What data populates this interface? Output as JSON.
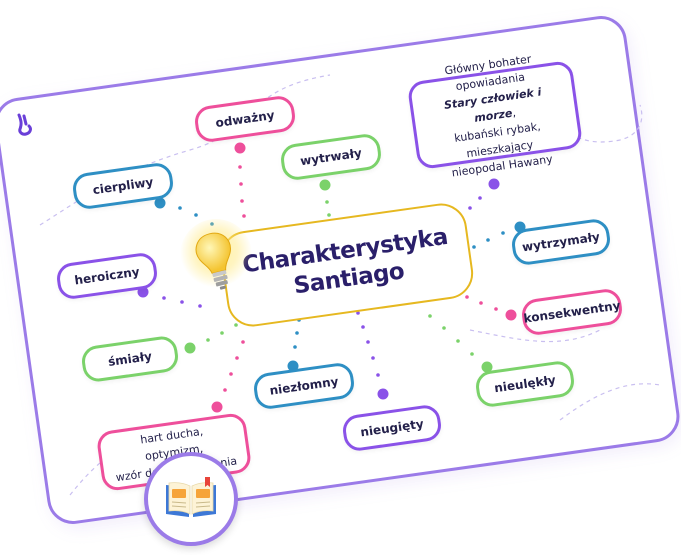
{
  "diagram": {
    "center": {
      "line1": "Charakterystyka",
      "line2": "Santiago"
    },
    "description": {
      "line1": "Główny bohater opowiadania",
      "line2": "Stary człowiek i morze",
      "line2_suffix": ",",
      "line3": "kubański rybak, mieszkający",
      "line4": "nieopodal Hawany"
    },
    "traits": {
      "odwazny": "odważny",
      "wytrwaly": "wytrwały",
      "cierpliwy": "cierpliwy",
      "heroiczny": "heroiczny",
      "smialy": "śmiały",
      "niezlomny": "niezłomny",
      "nieugiety": "nieugięty",
      "nielekty": "nieulękły",
      "konsekwentny": "konsekwentny",
      "wytrzymaly": "wytrzymały"
    },
    "summary": {
      "line1": "hart ducha, optymizm,",
      "line2": "wzór do naśladowania"
    },
    "colors": {
      "pink": "#ee4f9b",
      "green": "#7bd26a",
      "blue": "#2e8fc4",
      "purple": "#8a52e8",
      "frame": "#9b7be8",
      "center_border": "#e6b820"
    },
    "icons": [
      "lightbulb-icon",
      "open-book-icon",
      "brand-logo-icon"
    ]
  }
}
